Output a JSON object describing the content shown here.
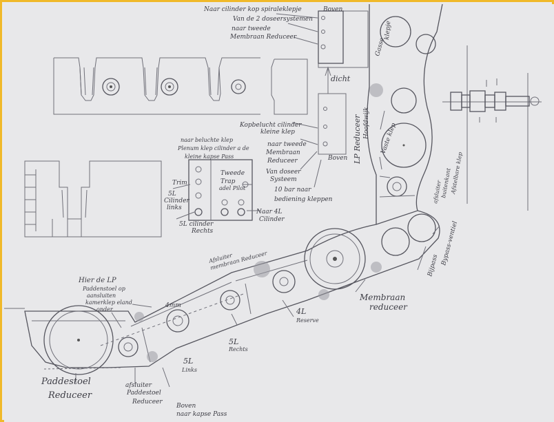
{
  "labels": {
    "top_list_1": "Naar cilinder kop spiraleklepje",
    "top_list_2": "Van de 2 doseersystemen",
    "top_list_3": "naar tweede",
    "top_list_4": "Membraan Reduceer",
    "boven_top": "Boven",
    "dicht": "dicht",
    "mid_list_1": "Kopbelucht cilinder",
    "mid_list_2": "kleine klep",
    "mid_list_3": "naar tweede",
    "mid_list_4": "Membraan",
    "mid_list_5": "Reduceer",
    "boven_mid": "Boven",
    "van_doseer_1": "Van doseer",
    "van_doseer_2": "Systeem",
    "tien_bar_1": "10 bar naar",
    "tien_bar_2": "bediening kleppen",
    "lp_reduceer": "LP Reduceer",
    "hoofdwijk": "Hoofdwijk",
    "vaste_klep": "Vaste klep",
    "gasse": "Gasse",
    "klep_top_right": "klepje",
    "afsluiter_right_1": "afsluiter",
    "afsluiter_right_2": "buitenkant",
    "afsluiter_right_3": "Afstelbare klep",
    "box_title_1": "naar beluchte klep",
    "box_title_2": "Plenum klep cilinder a de",
    "box_title_3": "kleine kapse Pass",
    "box_trim": "Trim",
    "box_5l_1": "5L",
    "box_5l_2": "Cilinder",
    "box_5l_3": "links",
    "box_5l_bottom_1": "5L cilinder",
    "box_5l_bottom_2": "Rechts",
    "box_tweede_1": "Tweede",
    "box_tweede_2": "Trap",
    "box_tweede_3": "adel Pilot",
    "naar_4l_1": "Naar 4L",
    "naar_4l_2": "Cilinder",
    "afsluiter_membraan_1": "Afsluiter",
    "afsluiter_membraan_2": "membraan Reduceer",
    "membraan_reduceer_1": "Membraan",
    "membraan_reduceer_2": "reduceer",
    "bijpass_1": "Bijpass",
    "bijpass_2": "Bypass-ventiel",
    "hier_lp_1": "Hier de LP",
    "hier_lp_2": "Paddenstoel op",
    "hier_lp_3": "aansluiten",
    "hier_lp_4": "kamerklep eland",
    "hier_lp_5": "onder",
    "mm_label": "4mm",
    "four_l_1": "4L",
    "four_l_2": "Reserve",
    "five_l_rechts_1": "5L",
    "five_l_rechts_2": "Rechts",
    "five_l_links_1": "5L",
    "five_l_links_2": "Links",
    "paddestoel_1": "Paddestoel",
    "paddestoel_2": "Reduceer",
    "afsluiter_padd_1": "afsluiter",
    "afsluiter_padd_2": "Paddestoel",
    "afsluiter_padd_3": "Reduceer",
    "boven_bottom_1": "Boven",
    "boven_bottom_2": "naar kapse Pass"
  }
}
